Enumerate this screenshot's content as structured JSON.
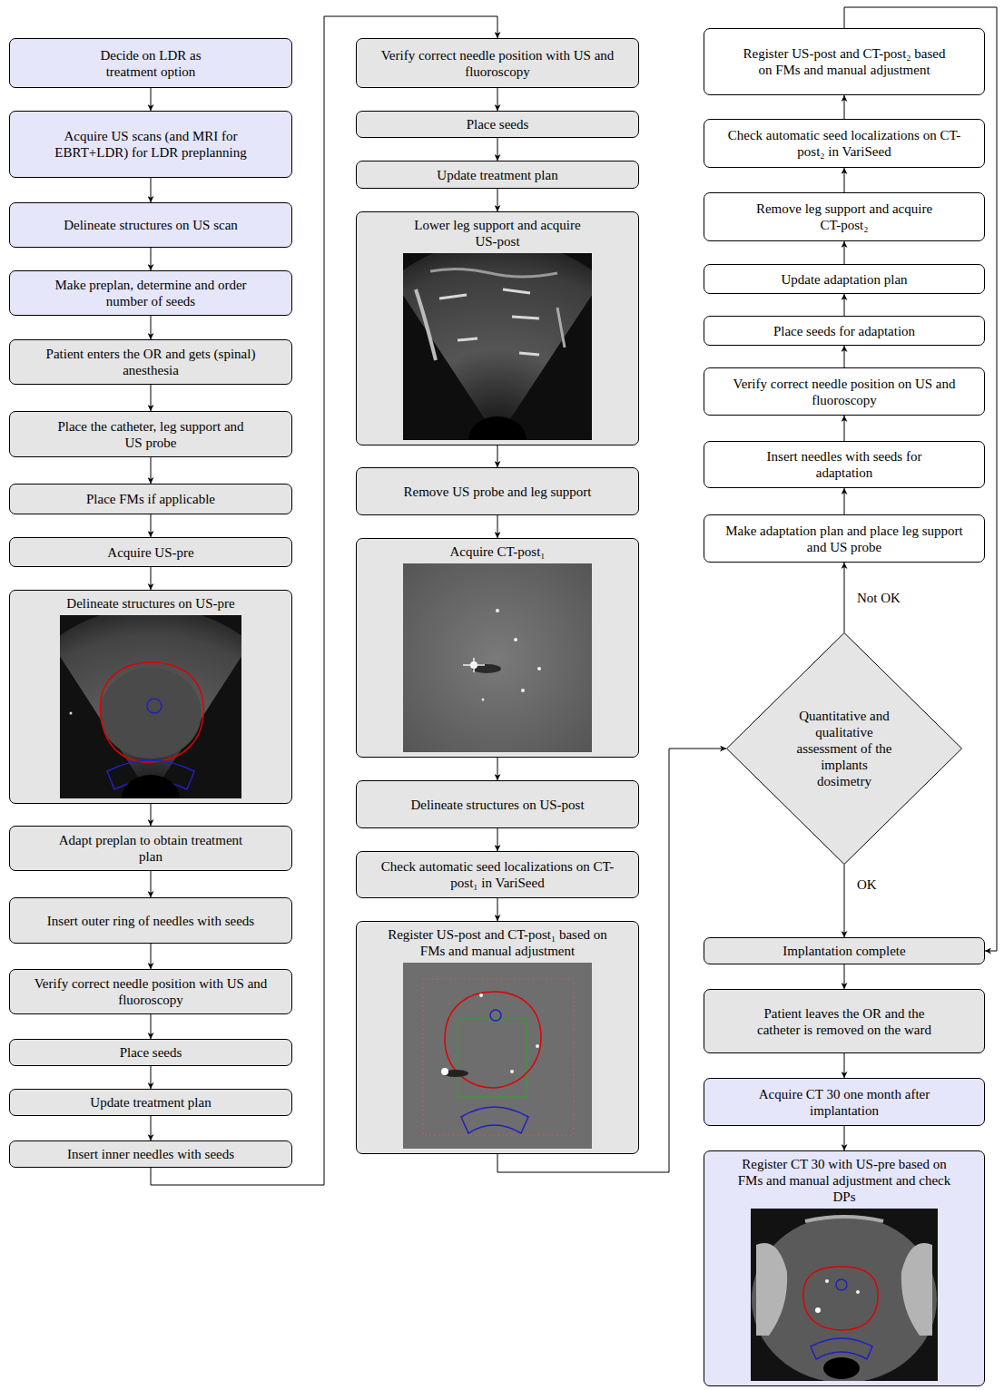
{
  "diagram": {
    "nodes": [
      {
        "text": [
          "Decide on LDR as treatment option"
        ]
      },
      {
        "text": [
          "Acquire US scans (and MRI for EBRT+LDR) for LDR preplanning"
        ]
      },
      {
        "text": [
          "Delineate structures on US scan"
        ]
      },
      {
        "text": [
          "Make preplan, determine and order number of seeds"
        ]
      },
      {
        "text": [
          "Patient enters the OR and gets (spinal) anesthesia"
        ]
      },
      {
        "text": [
          "Place the catheter, leg support and US probe"
        ]
      },
      {
        "text": [
          "Place FMs if applicable"
        ]
      },
      {
        "text": [
          "Acquire US-pre"
        ]
      },
      {
        "text": [
          "Delineate structures on US-pre"
        ]
      },
      {
        "text": [
          "Adapt preplan to obtain treatment plan"
        ]
      },
      {
        "text": [
          "Insert outer ring of needles with seeds"
        ]
      },
      {
        "text": [
          "Verify correct needle position with US and fluoroscopy"
        ]
      },
      {
        "text": [
          "Place seeds"
        ]
      },
      {
        "text": [
          "Update treatment plan"
        ]
      },
      {
        "text": [
          "Insert inner needles with seeds"
        ]
      },
      {
        "text": [
          "Verify correct needle position with US and fluoroscopy"
        ]
      },
      {
        "text": [
          "Place seeds"
        ]
      },
      {
        "text": [
          "Update treatment plan"
        ]
      },
      {
        "text": [
          "Lower leg support and acquire US-post"
        ]
      },
      {
        "text": [
          "Remove US probe and leg support"
        ]
      },
      {
        "text": [
          "Acquire CT-post₁"
        ]
      },
      {
        "text": [
          "Delineate structures on US-post"
        ]
      },
      {
        "text": [
          "Check automatic seed localizations on CT-post₁ in VariSeed"
        ]
      },
      {
        "text": [
          "Register US-post and CT-post₁ based on FMs and manual adjustment"
        ]
      },
      {
        "text": [
          "Quantitative and qualitative assessment of the implants dosimetry"
        ]
      },
      {
        "text": [
          "Make adaptation plan and place leg support and US probe"
        ]
      },
      {
        "text": [
          "Insert needles with seeds for adaptation"
        ]
      },
      {
        "text": [
          "Verify correct needle position on US and fluoroscopy"
        ]
      },
      {
        "text": [
          "Place seeds for adaptation"
        ]
      },
      {
        "text": [
          "Update adaptation plan"
        ]
      },
      {
        "text": [
          "Remove leg support and acquire CT-post₂"
        ]
      },
      {
        "text": [
          "Check automatic seed localizations on CT-post₂ in VariSeed"
        ]
      },
      {
        "text": [
          "Register US-post and CT-post₂ based on FMs and manual adjustment"
        ]
      },
      {
        "text": [
          "Implantation complete"
        ]
      },
      {
        "text": [
          "Patient leaves the OR and the catheter is removed on the ward"
        ]
      },
      {
        "text": [
          "Acquire CT 30 one month after implantation"
        ]
      },
      {
        "text": [
          "Register CT 30 with US-pre based on FMs and manual adjustment and check DPs"
        ]
      }
    ],
    "edges": [
      {
        "from": 0,
        "to": 1,
        "arrow": "to"
      },
      {
        "from": 1,
        "to": 2,
        "arrow": "to"
      },
      {
        "from": 2,
        "to": 3,
        "arrow": "to"
      },
      {
        "from": 3,
        "to": 4,
        "arrow": "to"
      },
      {
        "from": 4,
        "to": 5,
        "arrow": "to"
      },
      {
        "from": 5,
        "to": 6,
        "arrow": "to"
      },
      {
        "from": 6,
        "to": 7,
        "arrow": "to"
      },
      {
        "from": 7,
        "to": 8,
        "arrow": "to"
      },
      {
        "from": 8,
        "to": 9,
        "arrow": "to"
      },
      {
        "from": 9,
        "to": 10,
        "arrow": "to"
      },
      {
        "from": 10,
        "to": 11,
        "arrow": "to"
      },
      {
        "from": 11,
        "to": 12,
        "arrow": "to"
      },
      {
        "from": 12,
        "to": 13,
        "arrow": "to"
      },
      {
        "from": 13,
        "to": 14,
        "arrow": "to"
      },
      {
        "from": 14,
        "to": 15,
        "arrow": "to"
      },
      {
        "from": 15,
        "to": 16,
        "arrow": "to"
      },
      {
        "from": 16,
        "to": 17,
        "arrow": "to"
      },
      {
        "from": 17,
        "to": 18,
        "arrow": "to"
      },
      {
        "from": 18,
        "to": 19,
        "arrow": "to"
      },
      {
        "from": 19,
        "to": 20,
        "arrow": "to"
      },
      {
        "from": 20,
        "to": 21,
        "arrow": "to"
      },
      {
        "from": 21,
        "to": 22,
        "arrow": "to"
      },
      {
        "from": 22,
        "to": 23,
        "arrow": "to"
      },
      {
        "from": 23,
        "to": 24,
        "arrow": "to"
      },
      {
        "from": 24,
        "to": 25,
        "label": "Not OK",
        "arrow": "to"
      },
      {
        "from": 25,
        "to": 26,
        "arrow": "to"
      },
      {
        "from": 26,
        "to": 27,
        "arrow": "to"
      },
      {
        "from": 27,
        "to": 28,
        "arrow": "to"
      },
      {
        "from": 28,
        "to": 29,
        "arrow": "to"
      },
      {
        "from": 29,
        "to": 30,
        "arrow": "to"
      },
      {
        "from": 30,
        "to": 31,
        "arrow": "to"
      },
      {
        "from": 31,
        "to": 32,
        "arrow": "to"
      },
      {
        "from": 32,
        "to": 33,
        "arrow": "to"
      },
      {
        "from": 24,
        "to": 33,
        "label": "OK",
        "arrow": "to"
      },
      {
        "from": 33,
        "to": 34,
        "arrow": "to"
      },
      {
        "from": 34,
        "to": 35,
        "arrow": "to"
      },
      {
        "from": 35,
        "to": 36,
        "arrow": "to"
      }
    ]
  }
}
